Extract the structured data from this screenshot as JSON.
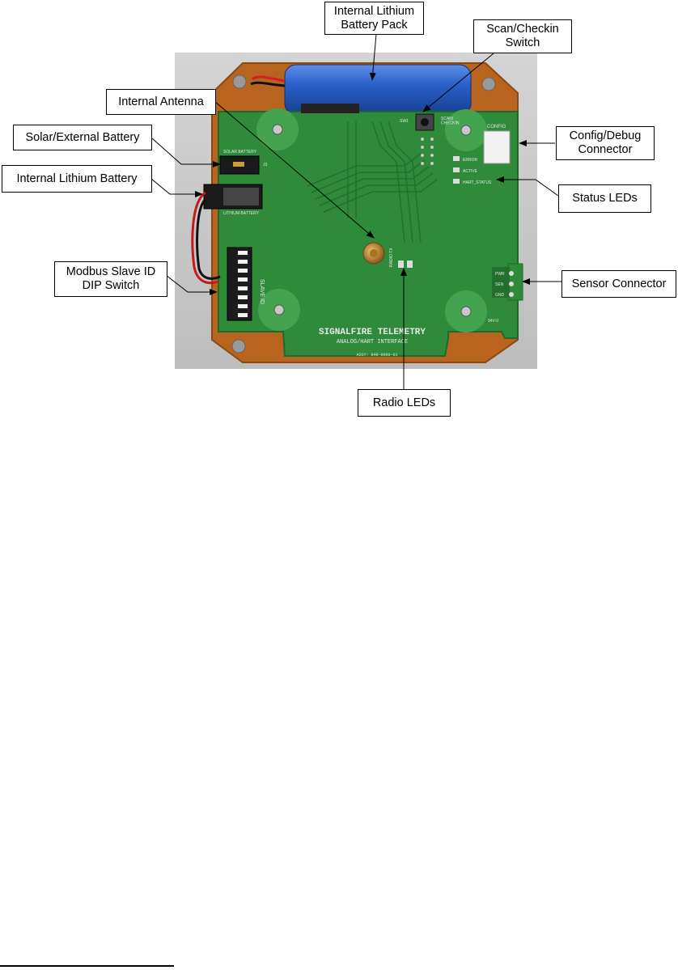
{
  "labels": {
    "battery_pack": "Internal Lithium\nBattery Pack",
    "scan_switch": "Scan/Checkin\nSwitch",
    "antenna": "Internal Antenna",
    "solar_battery": "Solar/External Battery",
    "internal_battery": "Internal Lithium Battery",
    "config_connector": "Config/Debug\nConnector",
    "status_leds": "Status LEDs",
    "modbus_dip": "Modbus Slave ID\nDIP Switch",
    "sensor_connector": "Sensor Connector",
    "radio_leds": "Radio LEDs"
  },
  "board": {
    "title": "SIGNALFIRE TELEMETRY",
    "subtitle": "ANALOG/HART INTERFACE",
    "assy": "ASSY: 840-0090-01",
    "solar_header": "SOLAR  BATTERY",
    "lithium_header": "LITHIUM BATTERY",
    "slave_id": "SLAVE ID",
    "config_header": "CONFIG",
    "switch_label": "SCAN/\nCHECKIN",
    "sw1": "SW1",
    "led_error": "ERROR",
    "led_active": "ACTIVE",
    "led_hart": "HART_STATUS",
    "radio_label": "RADIO TX",
    "hart_pwr": "PWR",
    "hart_sen": "SEN",
    "hart_gnd": "GND",
    "j3": "J3",
    "rohs": "94V-0"
  },
  "colors": {
    "pcb": "#2f8a3a",
    "pcb_dark": "#1f6a2b",
    "pcb_light": "#43a34e",
    "copper": "#b8641f",
    "background_photo": "#c9c9c9",
    "battery": "#2a5fc9"
  }
}
